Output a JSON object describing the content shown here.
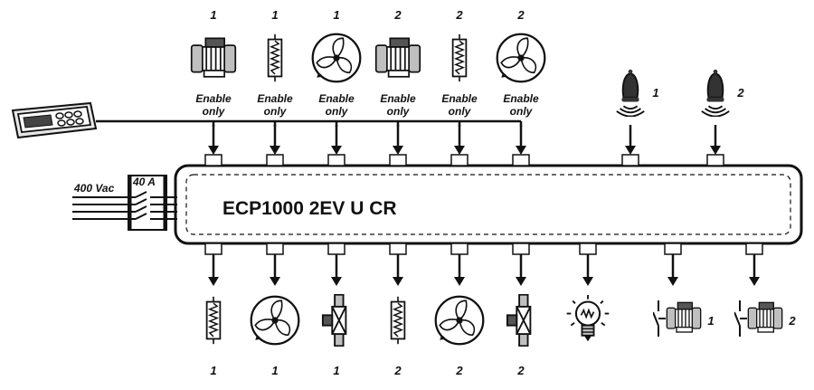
{
  "diagram": {
    "controller_title": "ECP1000 2EV U CR",
    "power": {
      "voltage_label": "400 Vac",
      "breaker_label": "40 A"
    },
    "top_inputs": [
      {
        "number": "1",
        "icon": "compressor-icon",
        "caption_line1": "Enable",
        "caption_line2": "only"
      },
      {
        "number": "1",
        "icon": "heater-icon",
        "caption_line1": "Enable",
        "caption_line2": "only"
      },
      {
        "number": "1",
        "icon": "fan-icon",
        "caption_line1": "Enable",
        "caption_line2": "only"
      },
      {
        "number": "2",
        "icon": "compressor-icon",
        "caption_line1": "Enable",
        "caption_line2": "only"
      },
      {
        "number": "2",
        "icon": "heater-icon",
        "caption_line1": "Enable",
        "caption_line2": "only"
      },
      {
        "number": "2",
        "icon": "fan-icon",
        "caption_line1": "Enable",
        "caption_line2": "only"
      }
    ],
    "alarm_inputs": [
      {
        "number": "1",
        "icon": "alarm-bell-icon"
      },
      {
        "number": "2",
        "icon": "alarm-bell-icon"
      }
    ],
    "bottom_outputs": [
      {
        "number": "1",
        "icon": "heater-icon"
      },
      {
        "number": "1",
        "icon": "fan-icon"
      },
      {
        "number": "1",
        "icon": "solenoid-valve-icon"
      },
      {
        "number": "2",
        "icon": "heater-icon"
      },
      {
        "number": "2",
        "icon": "fan-icon"
      },
      {
        "number": "2",
        "icon": "solenoid-valve-icon"
      },
      {
        "number": "",
        "icon": "light-bulb-icon"
      },
      {
        "number": "1",
        "icon": "compressor-contact-icon"
      },
      {
        "number": "2",
        "icon": "compressor-contact-icon"
      }
    ],
    "colors": {
      "line": "#111111",
      "background": "#ffffff",
      "fill_gray": "#bfbfbf",
      "dark_gray": "#555555"
    }
  }
}
